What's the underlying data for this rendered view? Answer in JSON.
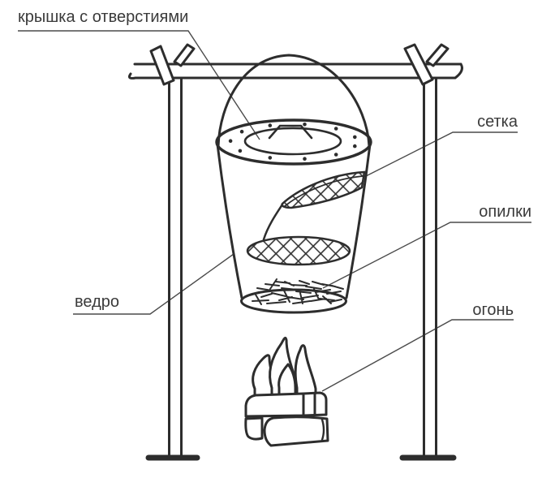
{
  "diagram": {
    "labels": {
      "lid": "крышка с отверстиями",
      "mesh": "сетка",
      "sawdust": "опилки",
      "bucket": "ведро",
      "fire": "огонь"
    },
    "colors": {
      "line": "#2d2d2d",
      "leader": "#4a4a4a",
      "text": "#3a3a3a",
      "background": "#ffffff"
    }
  }
}
